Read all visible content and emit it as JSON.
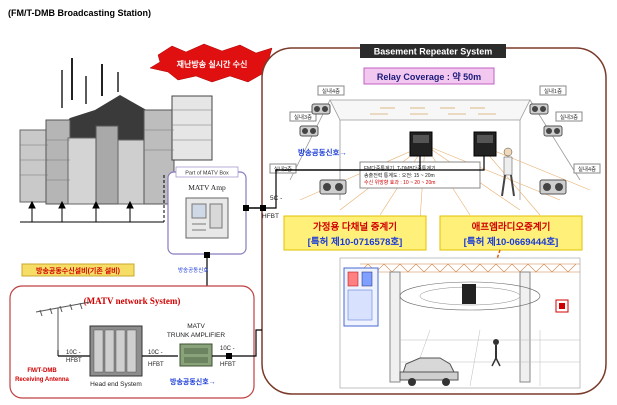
{
  "header": {
    "station_title": "(FM/T-DMB Broadcasting Station)"
  },
  "callouts": {
    "realtime_receive": "재난방송 실시간 수신",
    "basement_title": "Basement Repeater System",
    "relay_coverage": "Relay Coverage : 약 50m"
  },
  "matv_box": {
    "title": "Part of MATV Box",
    "amp_label": "MATV Amp"
  },
  "existing_label": "방송공동수신설비(기존 설비)",
  "matv_network": {
    "title": "(MATV network System)",
    "antenna_label_1": "FM/T-DMB",
    "antenna_label_2": "Receiving Antenna",
    "headend_label": "Head end System",
    "amp_title_1": "MATV",
    "amp_title_2": "TRUNK AMPLIFIER",
    "cable_a_1": "10C -",
    "cable_a_2": "HFBT",
    "cable_b_1": "10C -",
    "cable_b_2": "HFBT",
    "cable_c_1": "10C -",
    "cable_c_2": "HFBT",
    "signal_output": "방송공동신호→"
  },
  "links": {
    "cable_5c_1": "5C -",
    "cable_5c_2": "HFBT",
    "signal_vertical": "방송공동신호",
    "signal_top": "방송공동신호→"
  },
  "zones": [
    "실내4층",
    "실내3층",
    "실내2층",
    "실내1층",
    "실내3층",
    "실내4층"
  ],
  "spec_box": {
    "line1": "FM다중통계기, T-DMB다중통계기",
    "line2": "송출전력 통계도 : 오전: 15 ~ 20m",
    "line3": "수신 위방향 효과 : 10 ~ 20 ~ 20m"
  },
  "products": {
    "left_name": "가정용 다채널 중계기",
    "left_patent": "[특허 제10-0716578호]",
    "right_name": "애프엠라디오중계기",
    "right_patent": "[특허 제10-0669444호]"
  },
  "colors": {
    "red": "#d10000",
    "blue": "#1a3bd8",
    "yellow_box": "#fff07a",
    "panel_border": "#7a3b2a"
  }
}
